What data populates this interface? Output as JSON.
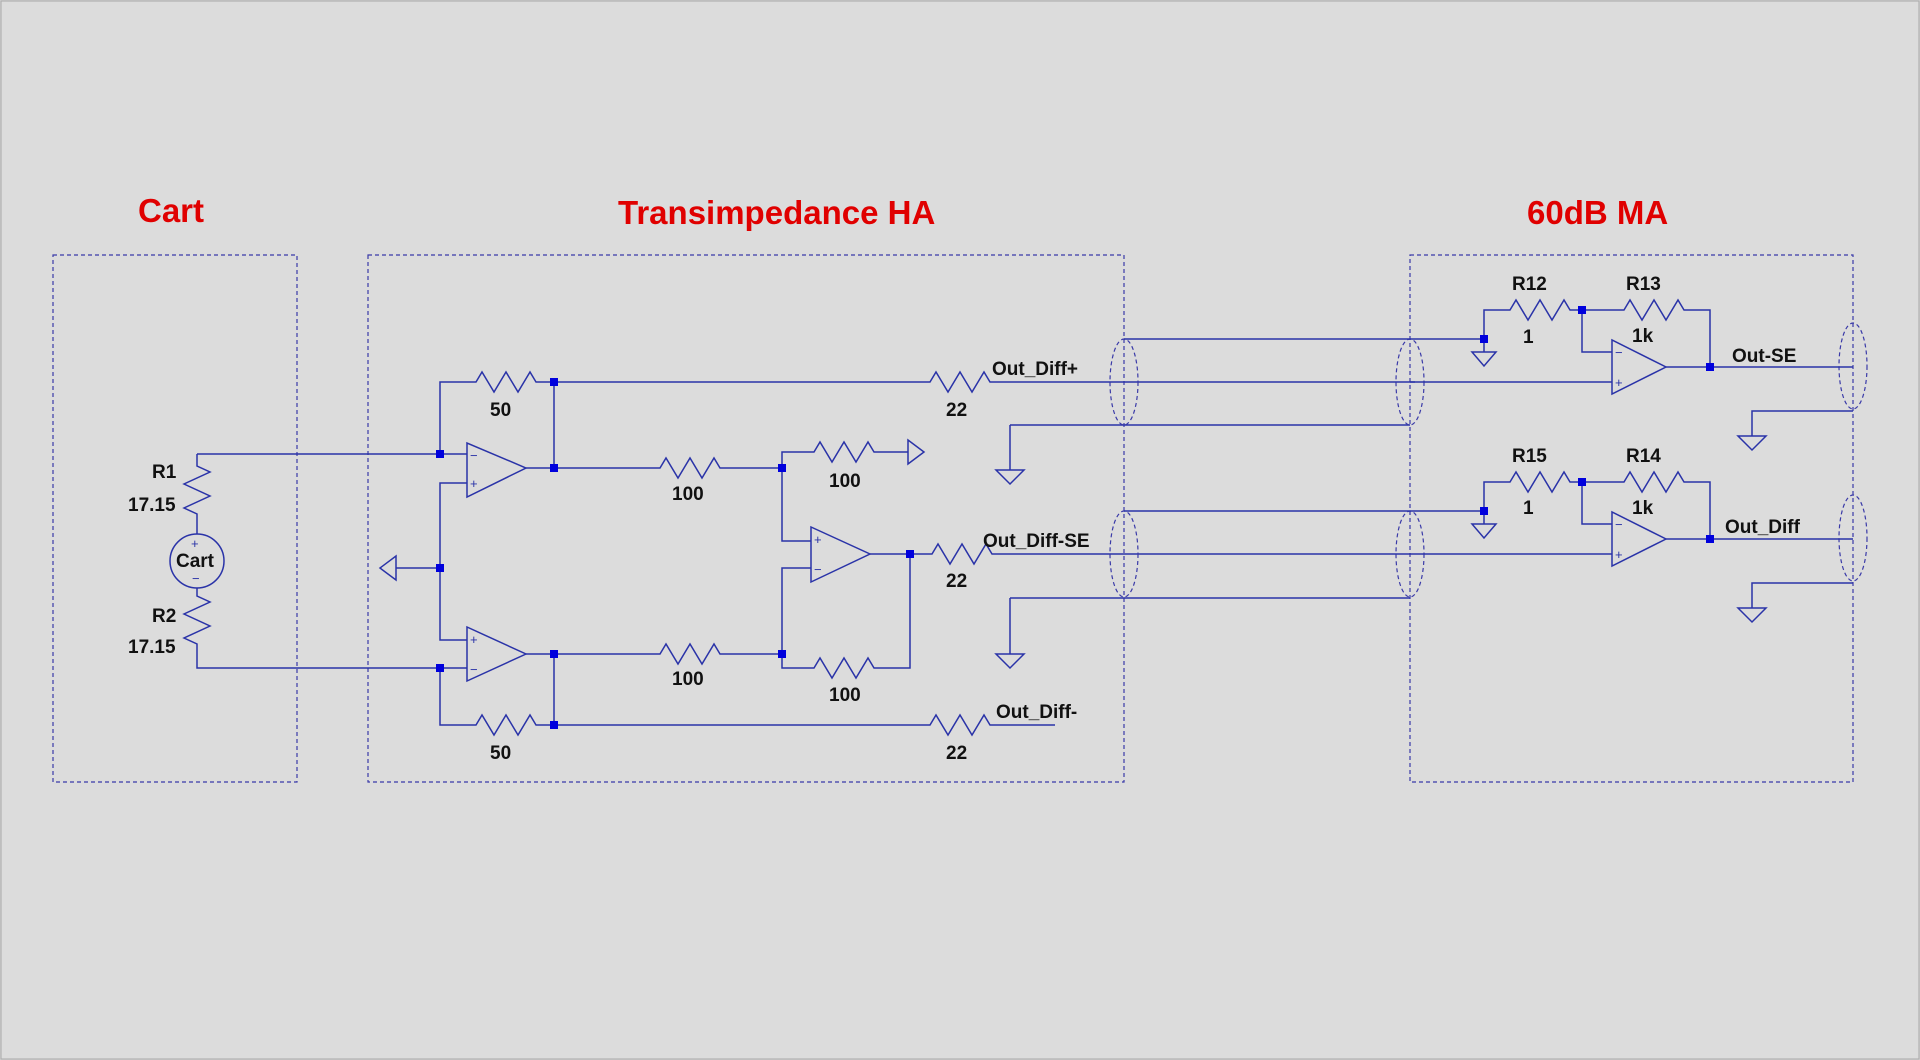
{
  "titles": {
    "cart": "Cart",
    "ha": "Transimpedance HA",
    "ma": "60dB MA"
  },
  "components": {
    "r1_name": "R1",
    "r1_value": "17.15",
    "r2_name": "R2",
    "r2_value": "17.15",
    "source_label": "Cart",
    "rfb_top": "50",
    "rfb_bot": "50",
    "r_top_series": "100",
    "r_bot_series": "100",
    "r_diff_top": "100",
    "r_diff_bot": "100",
    "r_out_top": "22",
    "r_out_mid": "22",
    "r_out_bot": "22",
    "r12_name": "R12",
    "r12_value": "1",
    "r13_name": "R13",
    "r13_value": "1k",
    "r15_name": "R15",
    "r15_value": "1",
    "r14_name": "R14",
    "r14_value": "1k"
  },
  "nets": {
    "out_diff_plus": "Out_Diff+",
    "out_diff_se": "Out_Diff-SE",
    "out_diff_minus": "Out_Diff-",
    "out_se": "Out-SE",
    "out_diff": "Out_Diff"
  },
  "colors": {
    "wire": "#2a33a8",
    "title": "#e00000",
    "junction": "#0000dd",
    "background": "#dcdcdc"
  }
}
